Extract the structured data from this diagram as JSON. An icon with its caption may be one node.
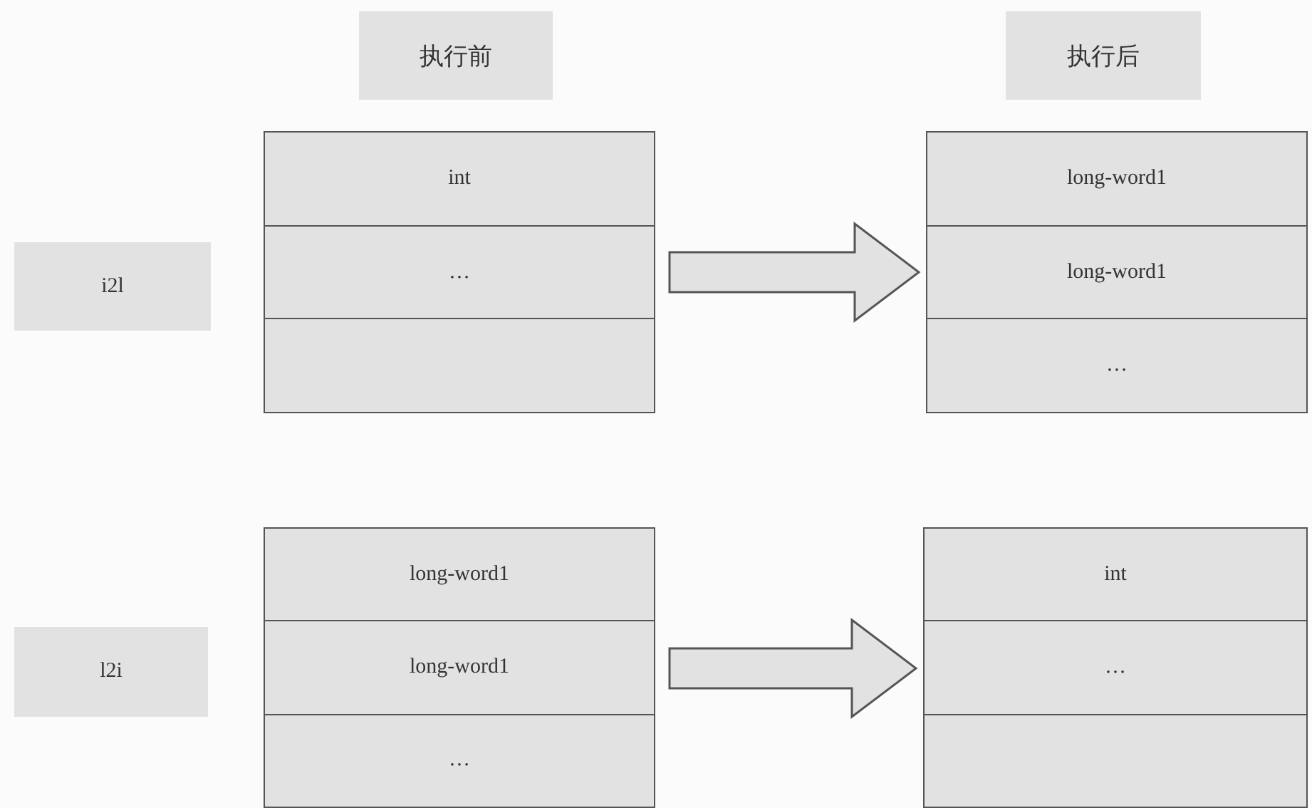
{
  "diagram": {
    "nodes": [
      {
        "text": [
          "执行前"
        ]
      },
      {
        "text": [
          "执行后"
        ]
      },
      {
        "text": [
          "i2l"
        ]
      },
      {
        "text": [],
        "shape": "box"
      },
      {
        "text": [
          "int"
        ],
        "in": 3
      },
      {
        "text": [
          "…"
        ],
        "in": 3
      },
      {
        "text": [],
        "shape": "box",
        "in": 3
      },
      {
        "text": [],
        "shape": "box"
      },
      {
        "text": [
          "long-word1"
        ],
        "in": 7
      },
      {
        "text": [
          "long-word1"
        ],
        "in": 7
      },
      {
        "text": [
          "…"
        ],
        "in": 7
      },
      {
        "text": [
          "l2i"
        ]
      },
      {
        "text": [],
        "shape": "box"
      },
      {
        "text": [
          "long-word1"
        ],
        "in": 12
      },
      {
        "text": [
          "long-word1"
        ],
        "in": 12
      },
      {
        "text": [
          "…"
        ],
        "in": 12
      },
      {
        "text": [],
        "shape": "box"
      },
      {
        "text": [
          "int"
        ],
        "in": 16
      },
      {
        "text": [
          "…"
        ],
        "in": 16
      },
      {
        "text": [],
        "shape": "box",
        "in": 16
      }
    ],
    "edges": [
      {
        "from": 3,
        "to": 7,
        "arrow": "to",
        "style": "thick"
      },
      {
        "from": 12,
        "to": 16,
        "arrow": "to",
        "style": "thick"
      }
    ]
  }
}
